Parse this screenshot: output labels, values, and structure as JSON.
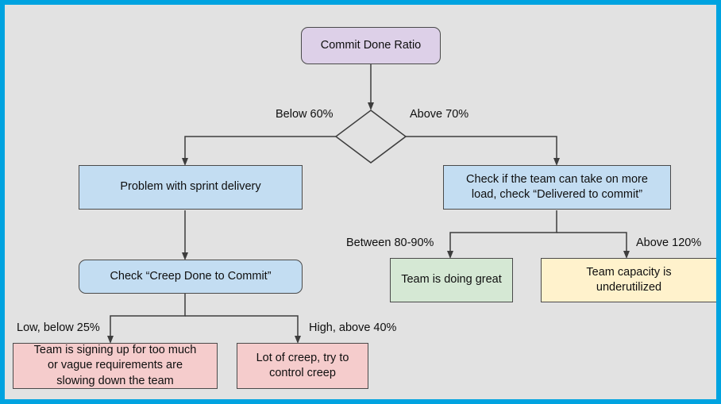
{
  "diagram": {
    "title": "Commit Done Ratio decision flow",
    "background_color": "#e2e2e2",
    "frame_color": "#00a3e0",
    "line_color": "#3d3d3d"
  },
  "nodes": {
    "root": {
      "label": "Commit Done Ratio",
      "shape": "rounded-rectangle",
      "fill": "#ddd0e8"
    },
    "decision": {
      "label": "",
      "shape": "diamond",
      "fill": "#c3ddf2"
    },
    "problem_sprint_delivery": {
      "label": "Problem with sprint delivery",
      "shape": "rectangle",
      "fill": "#c3ddf2"
    },
    "check_more_load": {
      "label": "Check if the team can take on more\nload, check “Delivered to commit”",
      "shape": "rectangle",
      "fill": "#c3ddf2"
    },
    "check_creep_done": {
      "label": "Check “Creep Done to Commit”",
      "shape": "rounded-rectangle",
      "fill": "#c3ddf2"
    },
    "team_doing_great": {
      "label": "Team is doing great",
      "shape": "rectangle",
      "fill": "#d5e8d4"
    },
    "team_underutilized": {
      "label": "Team capacity is\nunderutilized",
      "shape": "rectangle",
      "fill": "#fff2cc"
    },
    "signing_up_too_much": {
      "label": "Team is signing up for too much\nor vague requirements are\nslowing down the team",
      "shape": "rectangle",
      "fill": "#f5cccc"
    },
    "lot_of_creep": {
      "label": "Lot of creep, try to\ncontrol creep",
      "shape": "rectangle",
      "fill": "#f5cccc"
    }
  },
  "edge_labels": {
    "below_60": "Below 60%",
    "above_70": "Above 70%",
    "between_80_90": "Between 80-90%",
    "above_120": "Above 120%",
    "low_below_25": "Low, below 25%",
    "high_above_40": "High, above 40%"
  }
}
